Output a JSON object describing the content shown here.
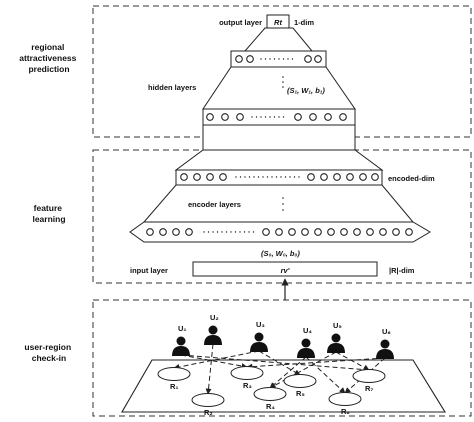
{
  "sections": {
    "prediction": [
      "regional",
      "attractiveness",
      "prediction"
    ],
    "feature": [
      "feature",
      "learning"
    ],
    "checkin": [
      "user-region",
      "check-in"
    ]
  },
  "labels": {
    "output_layer": "output layer",
    "output_node": "Rt",
    "output_dim": "1-dim",
    "hidden_layers": "hidden layers",
    "hidden_params": "(S₁, W₁, b₁)",
    "encoded_dim": "encoded-dim",
    "encoder_layers": "encoder layers",
    "encoder_params": "(S₀, W₀, b₀)",
    "input_layer": "input layer",
    "input_vector": "rv'",
    "input_dim": "|R|-dim"
  },
  "users": [
    "U₁",
    "U₂",
    "U₃",
    "U₄",
    "U₅",
    "U₆"
  ],
  "regions": [
    "R₁",
    "R₂",
    "R₃",
    "R₄",
    "R₅",
    "R₆",
    "R₇"
  ]
}
